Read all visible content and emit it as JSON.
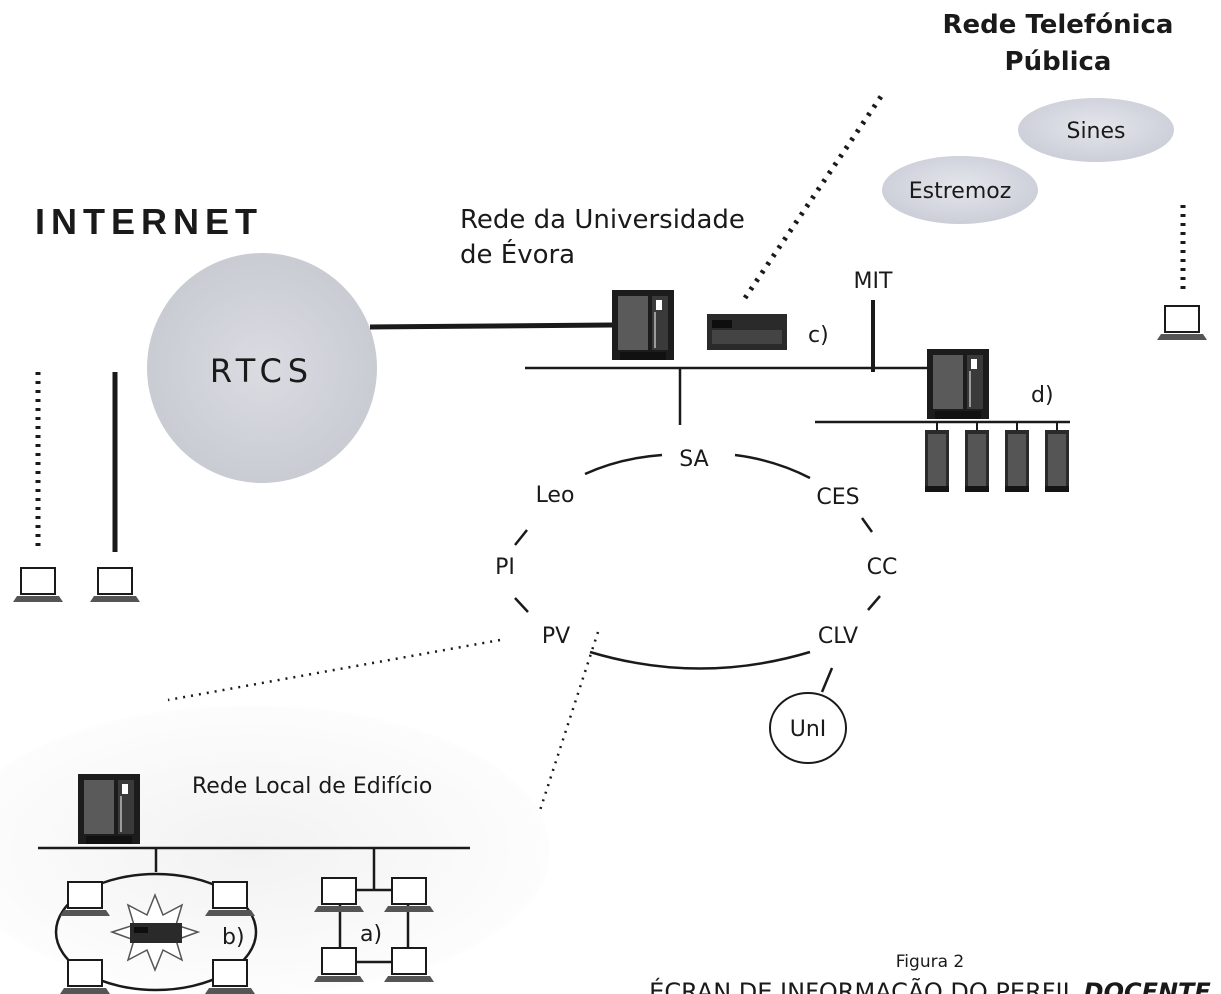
{
  "labels": {
    "internet": "INTERNET",
    "rtcs": "RTCS",
    "rede_universidade_line1": "Rede da Universidade",
    "rede_universidade_line2": "de Évora",
    "rede_telefonica_line1": "Rede Telefónica",
    "rede_telefonica_line2": "Pública",
    "sines": "Sines",
    "estremoz": "Estremoz",
    "mit": "MIT",
    "c": "c)",
    "d": "d)",
    "b": "b)",
    "a": "a)",
    "rede_local": "Rede Local de Edifício",
    "figura": "Figura 2",
    "caption_prefix": "ÉCRAN DE INFORMAÇÃO DO PERFIL ",
    "caption_emphasis": "DOCENTE"
  },
  "ring_nodes": [
    "SA",
    "CES",
    "CC",
    "CLV",
    "PV",
    "PI",
    "Leo"
  ],
  "unl": "UnI"
}
